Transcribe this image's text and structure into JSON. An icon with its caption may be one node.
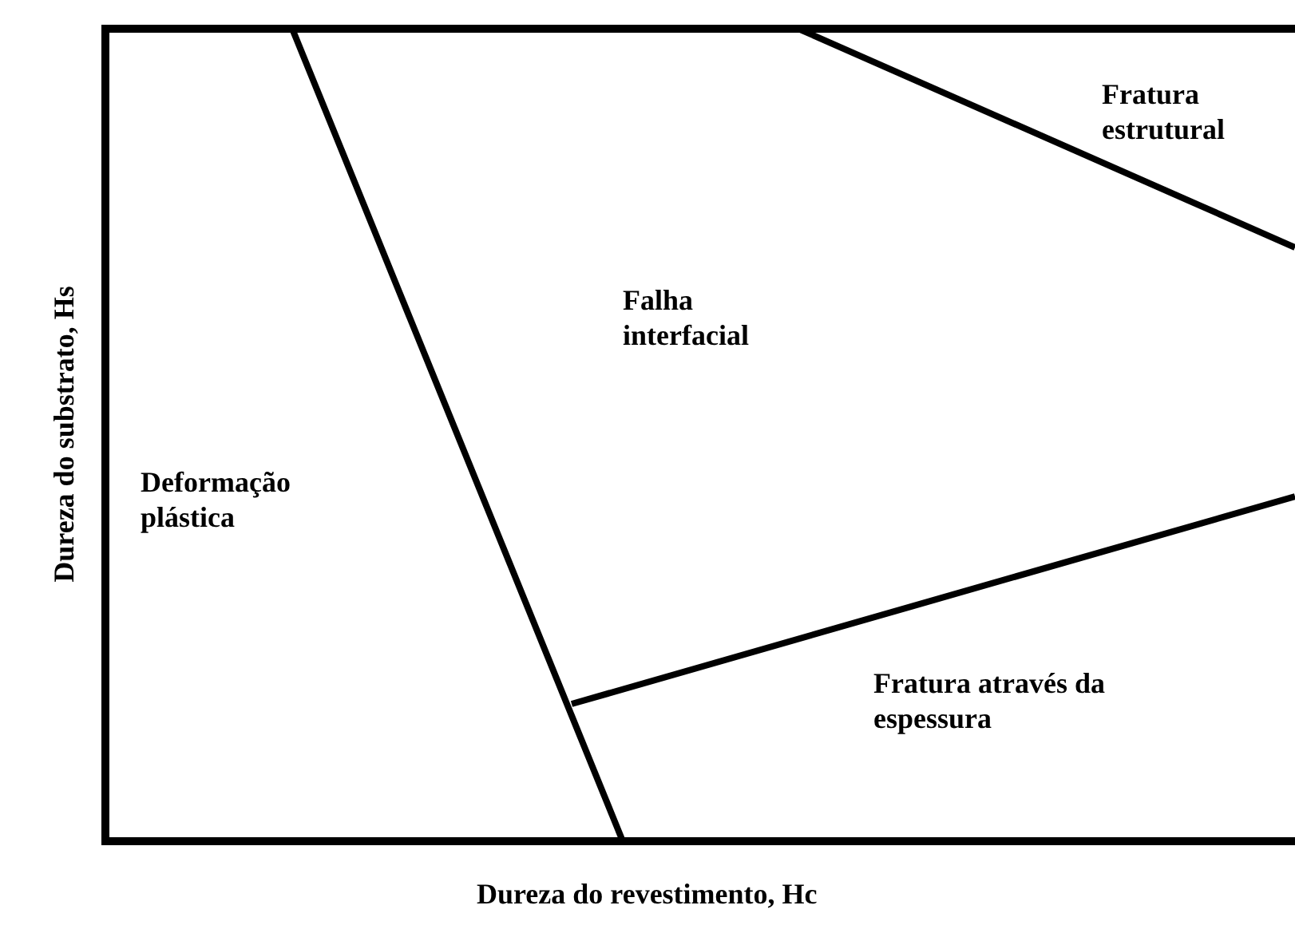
{
  "diagram": {
    "labels": [
      "Fratura estrutural",
      "Falha interfacial",
      "Deformação plástica",
      "Fratura através da espessura",
      "Dureza do substrato, Hs",
      "Dureza do revestimento, Hc"
    ]
  }
}
